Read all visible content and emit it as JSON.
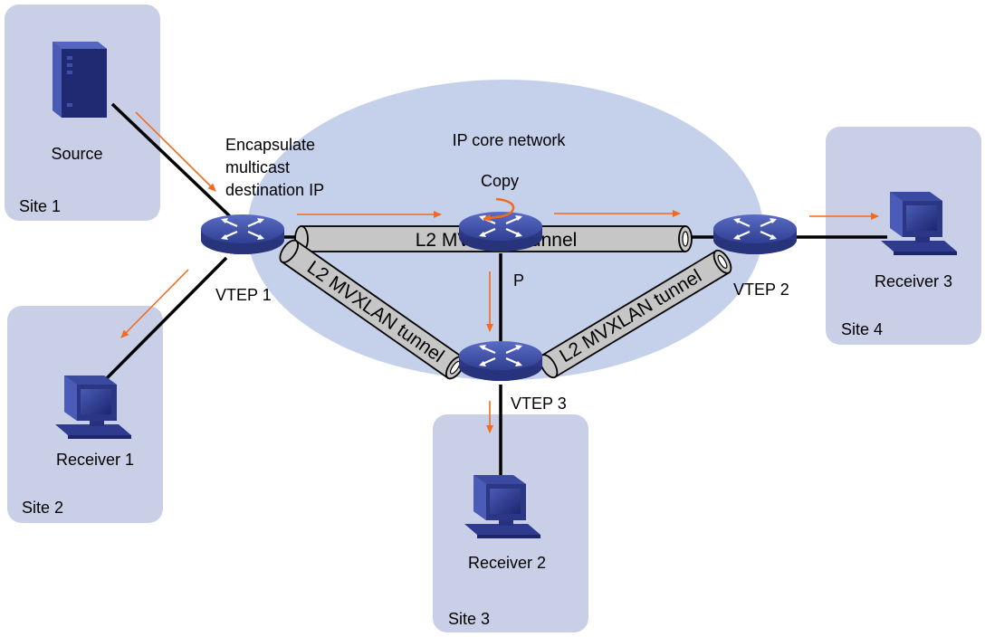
{
  "colors": {
    "site_fill": "#c8cfe6",
    "cloud_fill": "#c5d0ea",
    "tunnel_fill": "#c6c6c6",
    "link": "#000000",
    "flow_arrow": "#f26b1d",
    "device": "#3f4fa3"
  },
  "sites": {
    "site1": "Site 1",
    "site2": "Site 2",
    "site3": "Site 3",
    "site4": "Site 4"
  },
  "network": {
    "core_label": "IP core network"
  },
  "devices": {
    "source": "Source",
    "vtep1": "VTEP 1",
    "vtep2": "VTEP 2",
    "vtep3": "VTEP 3",
    "p": "P",
    "receiver1": "Receiver 1",
    "receiver2": "Receiver 2",
    "receiver3": "Receiver 3"
  },
  "tunnels": {
    "top": "L2 MVXLAN tunnel",
    "left": "L2 MVXLAN tunnel",
    "right": "L2 MVXLAN tunnel"
  },
  "annotations": {
    "encap_line1": "Encapsulate",
    "encap_line2": "multicast",
    "encap_line3": "destination IP",
    "copy": "Copy"
  },
  "icons": {
    "source": "server-icon",
    "vtep": "router-icon",
    "receiver": "workstation-icon"
  }
}
